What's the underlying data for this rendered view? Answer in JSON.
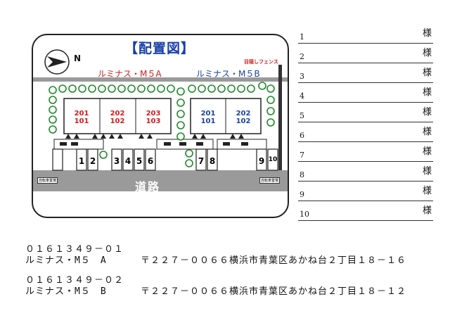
{
  "map": {
    "title": "【配置図】",
    "north": "N",
    "building_a": "ルミナス・M５A",
    "building_b": "ルミナス・M５B",
    "fence_label": "目隠しフェンス",
    "road_label": "道路",
    "bike_label_left": "自転車置場",
    "bike_label_right": "自転車置場",
    "rooms_a": [
      {
        "upper": "201",
        "lower": "101"
      },
      {
        "upper": "202",
        "lower": "102"
      },
      {
        "upper": "203",
        "lower": "103"
      }
    ],
    "rooms_b": [
      {
        "upper": "201",
        "lower": "101"
      },
      {
        "upper": "202",
        "lower": "102"
      }
    ],
    "parking": [
      "1",
      "2",
      "3",
      "4",
      "5",
      "6",
      "7",
      "8",
      "9",
      "10"
    ]
  },
  "names": [
    {
      "num": "1",
      "suffix": "様"
    },
    {
      "num": "2",
      "suffix": "様"
    },
    {
      "num": "3",
      "suffix": "様"
    },
    {
      "num": "4",
      "suffix": "様"
    },
    {
      "num": "5",
      "suffix": "様"
    },
    {
      "num": "6",
      "suffix": "様"
    },
    {
      "num": "7",
      "suffix": "様"
    },
    {
      "num": "8",
      "suffix": "様"
    },
    {
      "num": "9",
      "suffix": "様"
    },
    {
      "num": "10",
      "suffix": "様"
    }
  ],
  "properties": [
    {
      "code": "０１６１３４９－０１",
      "name": "ルミナス・M５　A",
      "address": "〒２２７－００６６横浜市青葉区あかね台２丁目１８－１６"
    },
    {
      "code": "０１６１３４９－０２",
      "name": "ルミナス・M５　B",
      "address": "〒２２７－００６６横浜市青葉区あかね台２丁目１８－１２"
    }
  ]
}
